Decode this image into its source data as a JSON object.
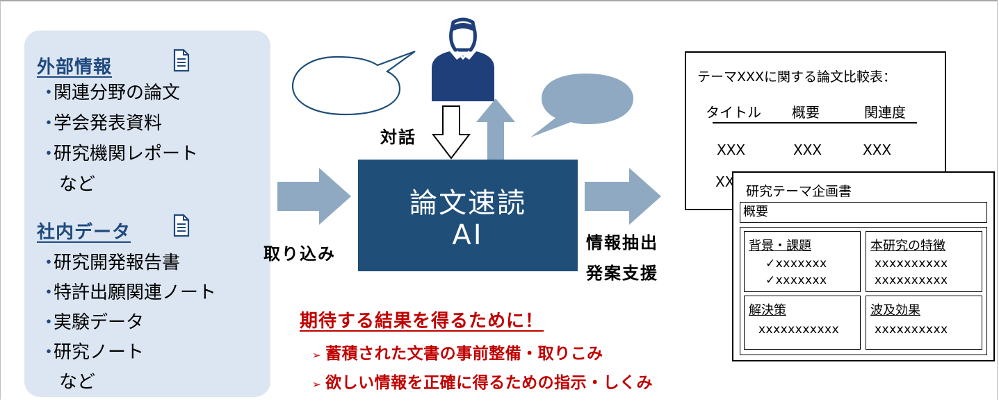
{
  "external": {
    "heading": "外部情報",
    "items": [
      "関連分野の論文",
      "学会発表資料",
      "研究機関レポート"
    ],
    "etc": "など"
  },
  "internal": {
    "heading": "社内データ",
    "items": [
      "研究開発報告書",
      "特許出願関連ノート",
      "実験データ",
      "研究ノート"
    ],
    "etc": "など"
  },
  "bullet": "・",
  "flow": {
    "ingest": "取り込み",
    "dialogue": "対話",
    "extract": "情報抽出",
    "support": "発案支援"
  },
  "ai_box": {
    "line1": "論文速読",
    "line2": "AI"
  },
  "comparison_table": {
    "title": "テーマXXXに関する論文比較表：",
    "columns": [
      "タイトル",
      "概要",
      "関連度"
    ],
    "row": [
      "XXX",
      "XXX",
      "XXX"
    ],
    "row2_first": "XXX"
  },
  "plan": {
    "title": "研究テーマ企画書",
    "summary": "概要",
    "background": {
      "heading": "背景・課題",
      "lines": [
        "✓xxxxxxx",
        "✓xxxxxxx"
      ]
    },
    "features": {
      "heading": "本研究の特徴",
      "lines": [
        "xxxxxxxxxx",
        "xxxxxxxxxx"
      ]
    },
    "solution": {
      "heading": "解決策",
      "lines": [
        "xxxxxxxxxxx"
      ]
    },
    "effects": {
      "heading": "波及効果",
      "lines": [
        "xxxxxxxxxx"
      ]
    }
  },
  "callout": {
    "title": "期待する結果を得るために！",
    "marker": "➢",
    "items": [
      "蓄積された文書の事前整備・取りこみ",
      "欲しい情報を正確に得るための指示・しくみ"
    ]
  },
  "colors": {
    "panel_bg": "#dce6f2",
    "heading": "#1f497d",
    "ai_box": "#1f4e79",
    "arrow": "#8ea9c1",
    "person": "#1f3f7a",
    "callout": "#c00000"
  },
  "icons": [
    "document-icon",
    "person-icon",
    "speech-bubble-icon",
    "arrow-right-icon",
    "arrow-down-icon",
    "arrow-up-icon"
  ]
}
